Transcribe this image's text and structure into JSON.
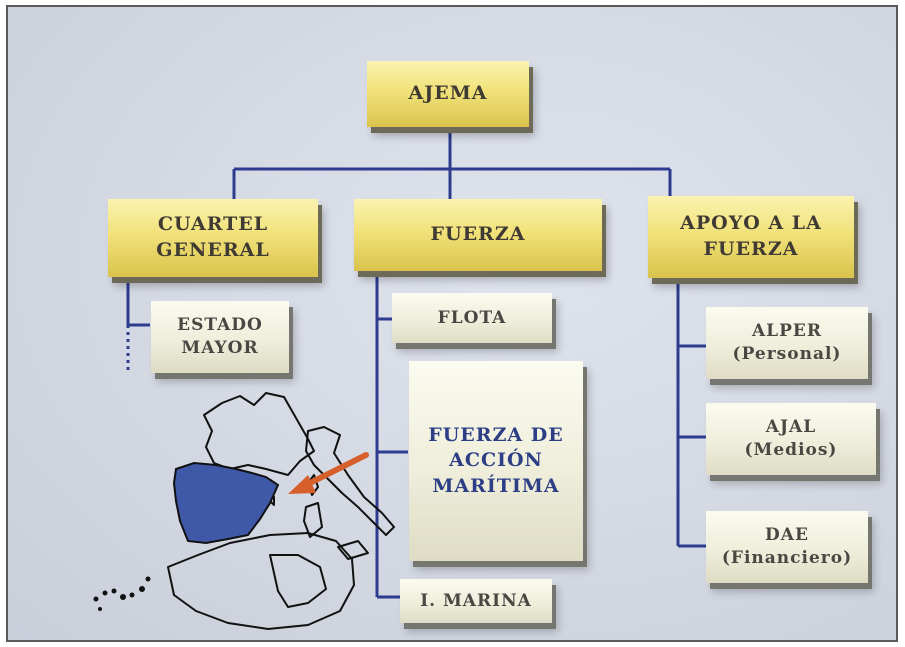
{
  "org_chart": {
    "root": {
      "label": "AJEMA"
    },
    "branches": [
      {
        "id": "cuartel_general",
        "label": "CUARTEL\nGENERAL",
        "children": [
          {
            "label": "ESTADO\nMAYOR"
          }
        ]
      },
      {
        "id": "fuerza",
        "label": "FUERZA",
        "children": [
          {
            "label": "FLOTA"
          },
          {
            "label": "FUERZA DE\nACCIÓN\nMARÍTIMA"
          },
          {
            "label": "I. MARINA"
          }
        ]
      },
      {
        "id": "apoyo",
        "label": "APOYO A LA\nFUERZA",
        "children": [
          {
            "label": "ALPER\n(Personal)"
          },
          {
            "label": "AJAL\n(Medios)"
          },
          {
            "label": "DAE\n(Financiero)"
          }
        ]
      }
    ]
  },
  "colors": {
    "connector": "#2d3c8e",
    "box_gold": "#f1e27a",
    "box_pale": "#efeedb",
    "highlight_text": "#2c3f86",
    "spain_fill": "#3f59a8",
    "arrow": "#d6602c"
  },
  "icons": [
    "map-western-mediterranean",
    "pointer-arrow"
  ]
}
